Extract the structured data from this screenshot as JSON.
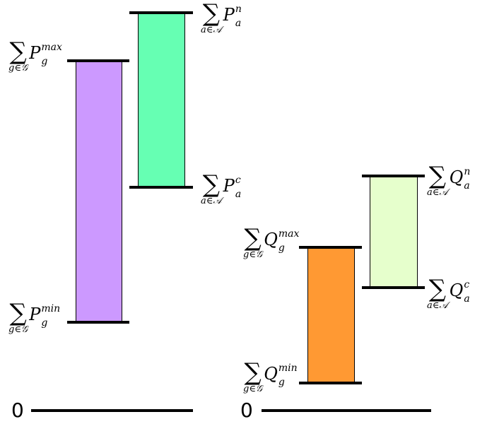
{
  "diagram": {
    "left": {
      "gen_max": {
        "symbol": "P",
        "sup": "max",
        "sub": "g",
        "set": "g∈𝒢"
      },
      "gen_min": {
        "symbol": "P",
        "sup": "min",
        "sub": "g",
        "set": "g∈𝒢"
      },
      "agg_n": {
        "symbol": "P",
        "sup": "n",
        "sub": "a",
        "set": "a∈𝒜"
      },
      "agg_c": {
        "symbol": "P",
        "sup": "c",
        "sub": "a",
        "set": "a∈𝒜"
      },
      "zero": "0",
      "colors": {
        "gen_bar": "#cc99ff",
        "agg_bar": "#66ffb3"
      }
    },
    "right": {
      "gen_max": {
        "symbol": "Q",
        "sup": "max",
        "sub": "g",
        "set": "g∈𝒢"
      },
      "gen_min": {
        "symbol": "Q",
        "sup": "min",
        "sub": "g",
        "set": "g∈𝒢"
      },
      "agg_n": {
        "symbol": "Q",
        "sup": "n",
        "sub": "a",
        "set": "a∈𝒜"
      },
      "agg_c": {
        "symbol": "Q",
        "sup": "c",
        "sub": "a",
        "set": "a∈𝒜"
      },
      "zero": "0",
      "colors": {
        "gen_bar": "#ff9933",
        "agg_bar": "#e6ffcc"
      }
    },
    "sigma": "∑"
  }
}
